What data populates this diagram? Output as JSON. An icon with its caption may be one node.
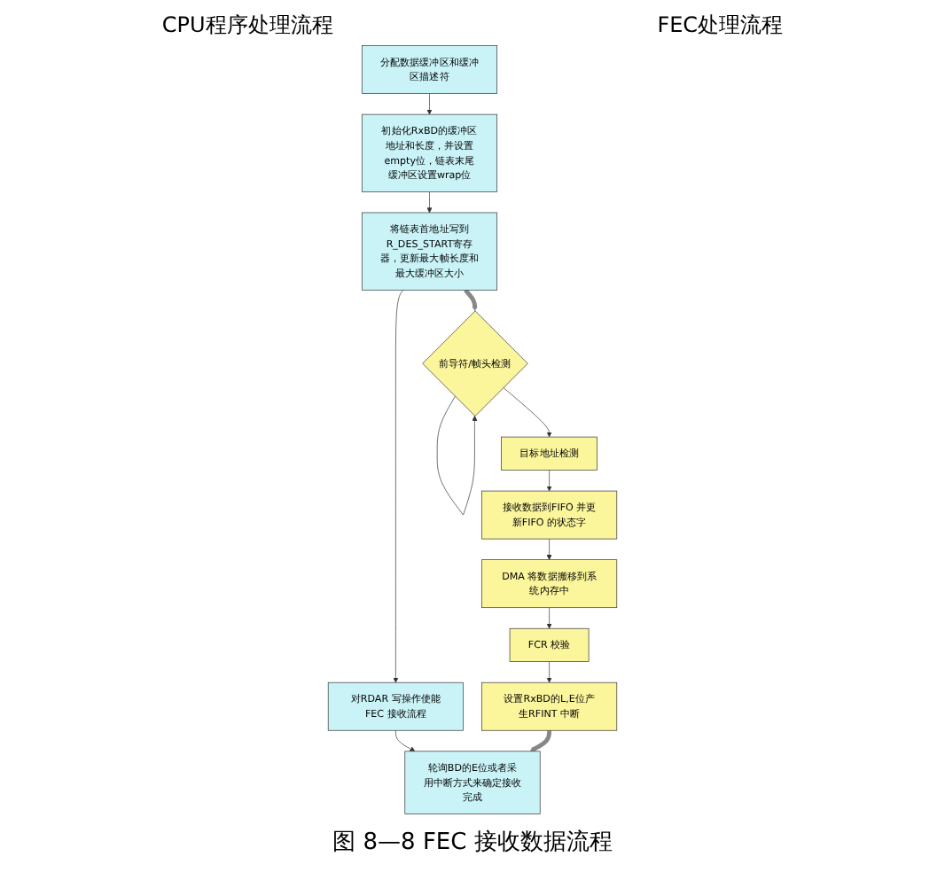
{
  "diagram": {
    "caption": "图 8—8 FEC 接收数据流程",
    "nodes": [
      {
        "text": [
          "分配数据缓冲区和缓冲区描述符"
        ]
      },
      {
        "text": [
          "初始化RxBD的缓冲区地址和长度，并设置empty位，链表末尾缓冲区设置wrap位"
        ]
      },
      {
        "text": [
          "将链表首地址写到R_DES_START寄存器，更新最大帧长度和最大缓冲区大小"
        ]
      },
      {
        "text": [
          "对RDAR 写操作使能FEC 接收流程"
        ]
      },
      {
        "text": [
          "轮询BD的E位或者采用中断方式来确定接收完成"
        ]
      },
      {
        "text": [
          "前导符/帧头检测"
        ]
      },
      {
        "text": [
          "目标地址检测"
        ]
      },
      {
        "text": [
          "接收数据到FIFO 并更新FIFO 的状态字"
        ]
      },
      {
        "text": [
          "DMA 将数据搬移到系统内存中"
        ]
      },
      {
        "text": [
          "FCR 校验"
        ]
      },
      {
        "text": [
          "设置RxBD的L,E位产生RFINT 中断"
        ]
      }
    ],
    "edges": [
      {
        "from": 0,
        "to": 1,
        "arrow": "to"
      },
      {
        "from": 1,
        "to": 2,
        "arrow": "to"
      },
      {
        "from": 2,
        "to": 3,
        "arrow": "to"
      },
      {
        "from": 3,
        "to": 4,
        "arrow": "to"
      },
      {
        "from": 5,
        "to": 5,
        "arrow": "to"
      },
      {
        "from": 5,
        "to": 6,
        "arrow": "to"
      },
      {
        "from": 6,
        "to": 7,
        "arrow": "to"
      },
      {
        "from": 7,
        "to": 8,
        "arrow": "to"
      },
      {
        "from": 8,
        "to": 9,
        "arrow": "to"
      },
      {
        "from": 9,
        "to": 10,
        "arrow": "to"
      },
      {
        "from": 2,
        "to": 5,
        "arrow": "to",
        "style": "thick",
        "color": "#888888"
      },
      {
        "from": 10,
        "to": 4,
        "arrow": "to",
        "style": "thick",
        "color": "#888888"
      }
    ],
    "labels": [
      "CPU程序处理流程",
      "FEC处理流程"
    ]
  }
}
